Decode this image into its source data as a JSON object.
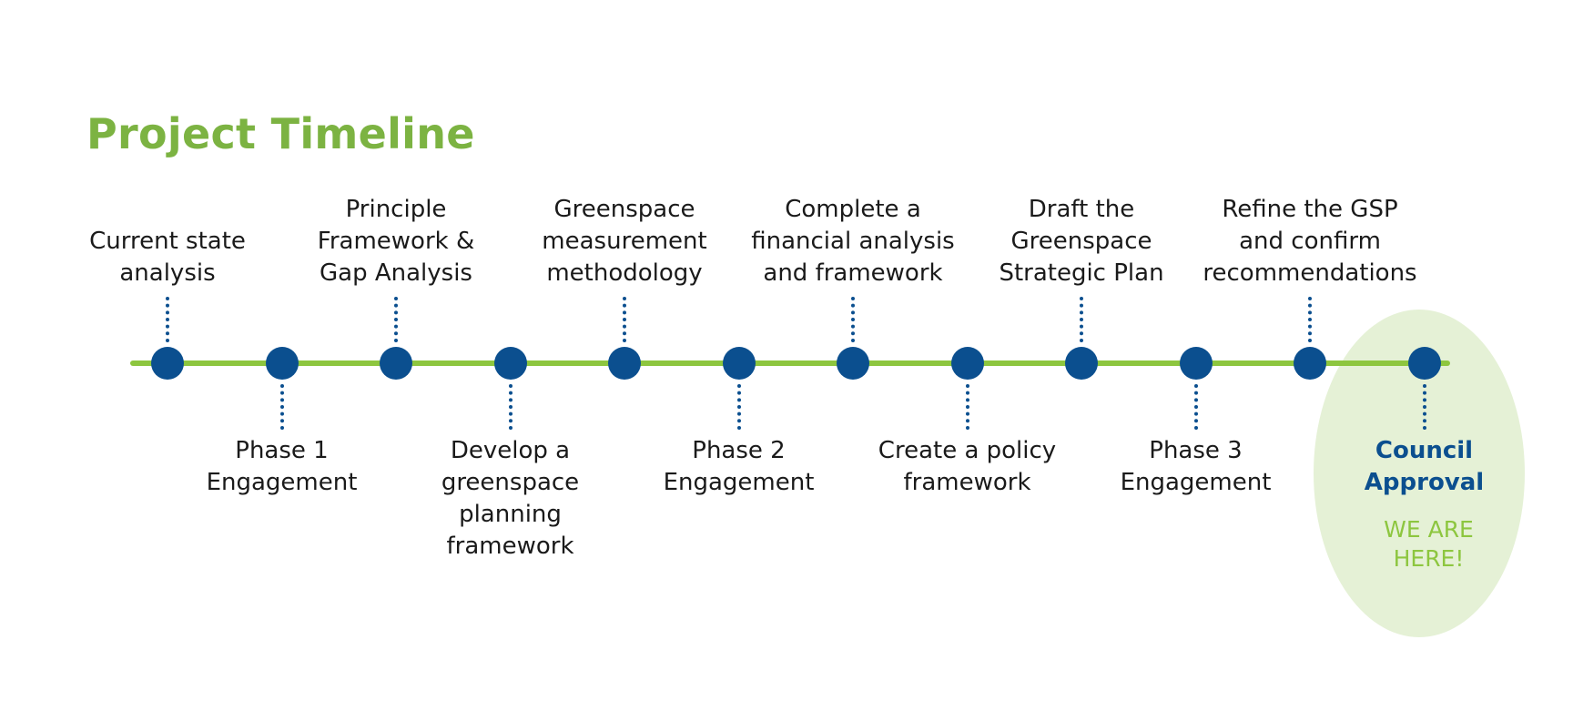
{
  "title": "Project Timeline",
  "colors": {
    "title": "#7cb342",
    "line": "#8dc63f",
    "node": "#0b4f8f",
    "stem": "#0b4f8f",
    "label": "#1a1a1a",
    "final_label": "#0b4f8f",
    "note": "#8dc63f",
    "highlight": "#e5f1d6"
  },
  "milestones": [
    {
      "label": "Current state\nanalysis",
      "position": "above"
    },
    {
      "label": "Phase 1\nEngagement",
      "position": "below"
    },
    {
      "label": "Principle\nFramework &\nGap Analysis",
      "position": "above"
    },
    {
      "label": "Develop a\ngreenspace\nplanning\nframework",
      "position": "below"
    },
    {
      "label": "Greenspace\nmeasurement\nmethodology",
      "position": "above"
    },
    {
      "label": "Phase 2\nEngagement",
      "position": "below"
    },
    {
      "label": "Complete a\nfinancial analysis\nand framework",
      "position": "above"
    },
    {
      "label": "Create a policy\nframework",
      "position": "below"
    },
    {
      "label": "Draft the\nGreenspace\nStrategic Plan",
      "position": "above"
    },
    {
      "label": "Phase 3\nEngagement",
      "position": "below"
    },
    {
      "label": "Refine the GSP\nand confirm\nrecommendations",
      "position": "above"
    },
    {
      "label": "Council\nApproval",
      "position": "below",
      "highlighted": true
    }
  ],
  "current_marker": "WE ARE\nHERE!"
}
